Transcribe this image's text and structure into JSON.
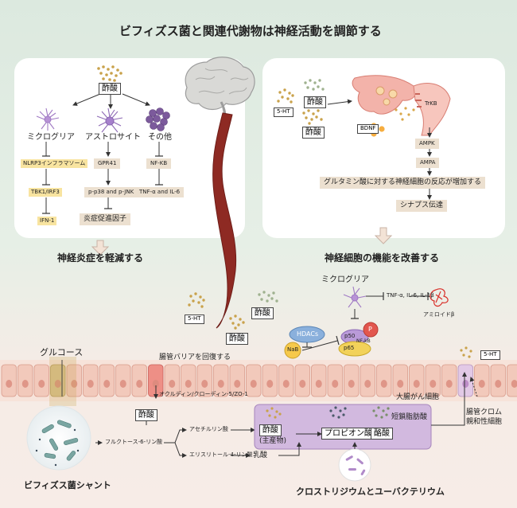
{
  "title": "ビフィズス菌と関連代謝物は神経活動を調節する",
  "left_panel": {
    "acetate": "酢酸",
    "microglia": "ミクログリア",
    "astrocyte": "アストロサイト",
    "other": "その他",
    "nlrp3": "NLRP3インフラマソーム",
    "tbk1": "TBK1/IRF3",
    "ifn": "IFN-1",
    "gpr41": "GPR41",
    "p38": "p-p38 and p-JNK",
    "inflam": "炎症促進因子",
    "nfkb": "NF-KB",
    "tnf": "TNF-α and IL-6",
    "caption": "神経炎症を軽減する"
  },
  "right_panel": {
    "ht": "5-HT",
    "acetate1": "酢酸",
    "acetate2": "酢酸",
    "bdnf": "BDNF",
    "trkb": "TrKB",
    "ampk": "AMPK",
    "ampa": "AMPA",
    "glutamate": "グルタミン酸に対する神経細胞の反応が増加する",
    "synapse": "シナプス伝達",
    "caption": "神経細胞の機能を改善する"
  },
  "middle": {
    "ht": "5-HT",
    "acetate_a": "酢酸",
    "acetate_b": "酢酸",
    "microglia": "ミクログリア",
    "cytokines": "TNF-α, IL-6, IL-1β",
    "amyloid": "アミロイドβ",
    "hdacs": "HDACs",
    "nab": "NaB",
    "p": "P",
    "p50": "p50",
    "nfkb": "NF-kB",
    "p65": "p65"
  },
  "gut": {
    "glucose": "グルコース",
    "barrier": "腸管バリアを回復する",
    "tj": "オクルディン/クローディン-5/ZO-1",
    "ht": "5-HT",
    "acetate": "酢酸",
    "f6p": "フルクトース-6-リン酸",
    "acetyl_p": "アセチルリン酸",
    "e4p": "エリスリトール-4-リン酸",
    "lactate": "乳酸",
    "colon_cell": "大腸がん細胞",
    "scfa": "短鎖脂肪酸",
    "acetate_main": "酢酸",
    "main_product": "(主産物)",
    "propionate": "プロピオン酸",
    "butyrate": "酪酸",
    "ec_cell_1": "腸管クロム",
    "ec_cell_2": "親和性細胞",
    "shunt": "ビフィズス菌シャント",
    "clostridium": "クロストリジウムとユーバクテリウム"
  },
  "colors": {
    "red": "#e2564e",
    "yellow": "#f8e4a0",
    "purple": "#8d5fb5",
    "box_purple": "#d2b9df",
    "nerve": "#8e2a23",
    "cell": "#f2c9bb"
  },
  "icons": [
    "brain-icon",
    "microglia-icon",
    "astrocyte-icon",
    "other-cells-icon",
    "synapse-icon",
    "amyloid-icon",
    "bacteria-icon",
    "epithelium-icon",
    "nerve-icon"
  ]
}
